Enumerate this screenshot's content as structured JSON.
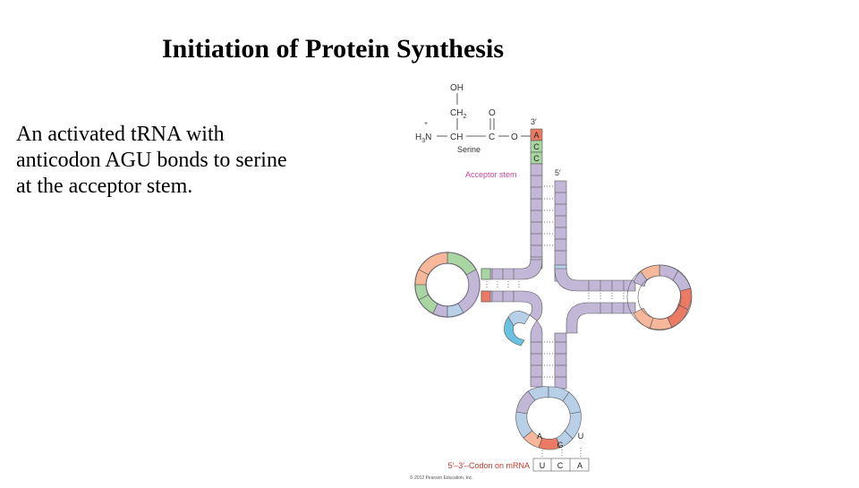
{
  "slide": {
    "title": "Initiation of Protein Synthesis",
    "body_lines": [
      "An activated t",
      "RNA with",
      "anticodon AGU bonds to serine",
      "at the acceptor stem."
    ]
  },
  "diagram": {
    "serine": {
      "oh": "OH",
      "ch2_ch": "CH",
      "ch2_sub": "2",
      "o_top": "O",
      "h3n_h": "H",
      "h3n_sub": "3",
      "h3n_n": "N",
      "plus": "+",
      "ch": "CH",
      "c": "C",
      "o_link": "O",
      "name": "Serine"
    },
    "three_prime": "3′",
    "five_prime": "5′",
    "acceptor_bases": [
      "A",
      "C",
      "C"
    ],
    "acceptor_stem_label": "Acceptor stem",
    "anticodon": [
      "A",
      "G",
      "U"
    ],
    "codon_label": "5′–3′–Codon on mRNA",
    "codon": [
      "U",
      "C",
      "A"
    ],
    "copyright": "© 2012 Pearson Education, Inc.",
    "colors": {
      "purple": "#c3b7d8",
      "green": "#a8d5a2",
      "salmon": "#f7b79a",
      "red": "#ea7a63",
      "blue": "#b8cfe8",
      "cyan": "#69c2df",
      "pink_label": "#c2479a",
      "red_label": "#c0392b",
      "outline": "#555555"
    }
  }
}
